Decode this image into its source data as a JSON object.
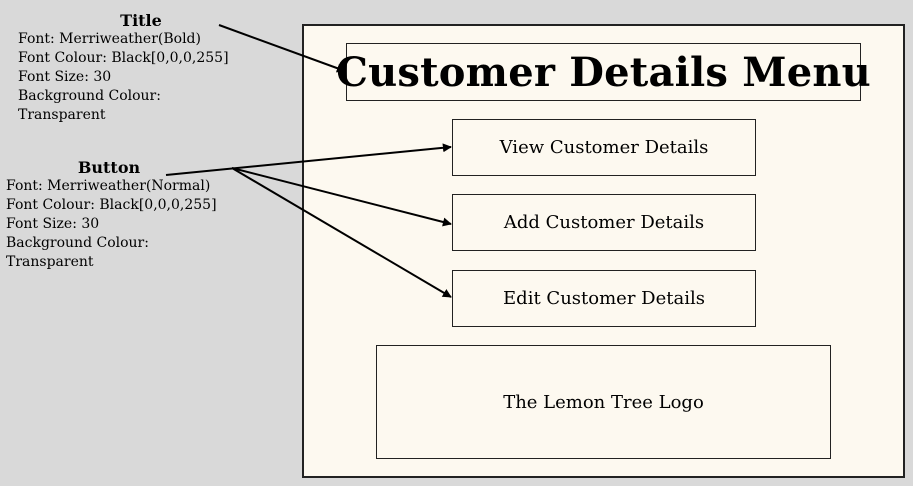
{
  "annotations": {
    "title": {
      "heading": "Title",
      "lines": [
        "Font: Merriweather(Bold)",
        "Font Colour: Black[0,0,0,255]",
        "Font Size: 30",
        "Background Colour:",
        "Transparent"
      ]
    },
    "button": {
      "heading": "Button",
      "lines": [
        "Font: Merriweather(Normal)",
        "Font Colour: Black[0,0,0,255]",
        "Font Size: 30",
        "Background Colour:",
        "Transparent"
      ]
    }
  },
  "mockup": {
    "title": "Customer Details Menu",
    "buttons": [
      "View Customer Details",
      "Add Customer Details",
      "Edit Customer Details"
    ],
    "logo": "The Lemon Tree Logo"
  },
  "colors": {
    "canvas_background": "#d9d9d9",
    "frame_background": "#fdf9f0",
    "stroke": "#000000"
  }
}
